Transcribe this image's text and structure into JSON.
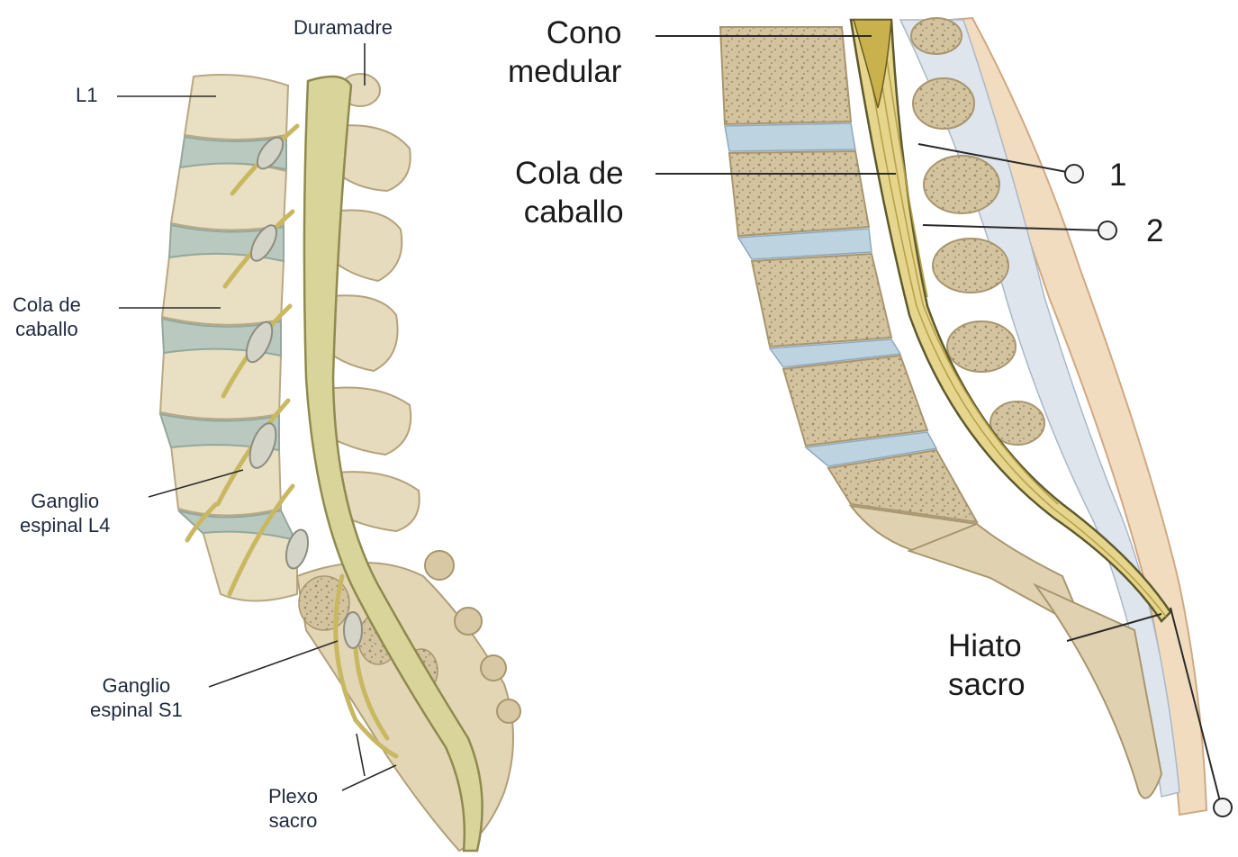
{
  "left_panel": {
    "labels": {
      "duramadre": "Duramadre",
      "l1": "L1",
      "cola_de_caballo": [
        "Cola de",
        "caballo"
      ],
      "ganglio_l4": [
        "Ganglio",
        "espinal L4"
      ],
      "ganglio_s1": [
        "Ganglio",
        "espinal S1"
      ],
      "plexo_sacro": [
        "Plexo",
        "sacro"
      ]
    }
  },
  "right_panel": {
    "labels": {
      "cono_medular": [
        "Cono",
        "medular"
      ],
      "cola_de_caballo": [
        "Cola de",
        "caballo"
      ],
      "hiato_sacro": [
        "Hiato",
        "sacro"
      ],
      "needle_1": "1",
      "needle_2": "2"
    }
  },
  "colors": {
    "bone": "#e9dfc3",
    "bone_shade": "#cdbf9c",
    "cancellous": "#c4b38f",
    "disc": "#b9cdd6",
    "dura": "#d6d7a0",
    "nerve": "#c8b96a",
    "leader": "#2b2b2b"
  }
}
